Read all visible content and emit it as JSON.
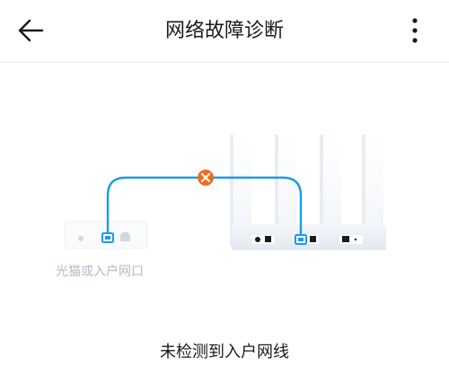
{
  "header": {
    "title": "网络故障诊断",
    "back_icon": "back-arrow-icon",
    "more_icon": "more-vertical-icon"
  },
  "diagram": {
    "modem_label": "光猫或入户网口",
    "error_icon": "error-x-icon",
    "cable_color": "#1a9be8",
    "error_color": "#f26b21"
  },
  "status": {
    "message": "未检测到入户网线"
  }
}
